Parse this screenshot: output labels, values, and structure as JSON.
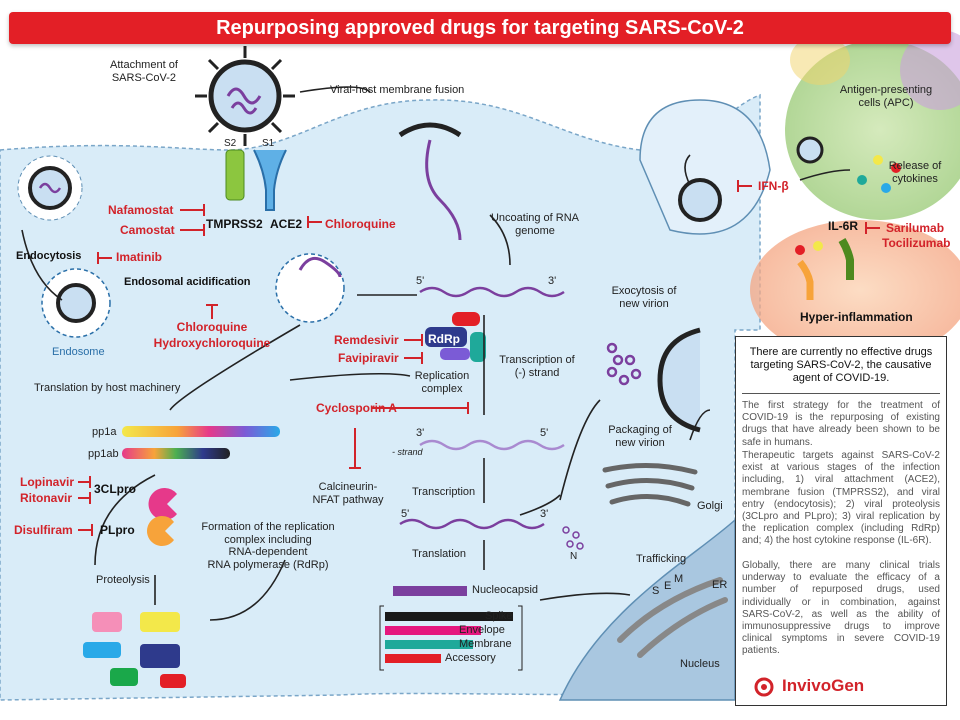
{
  "title": "Repurposing approved drugs for targeting SARS-CoV-2",
  "labels": {
    "attachment": "Attachment of\nSARS-CoV-2",
    "s1": "S1",
    "s2": "S2",
    "tmprss2": "TMPRSS2",
    "ace2": "ACE2",
    "fusion": "Viral-host membrane fusion",
    "uncoating": "Uncoating of RNA\ngenome",
    "endocytosis": "Endocytosis",
    "endosomal_acid": "Endosomal acidification",
    "endosome": "Endosome",
    "five_prime_1": "5'",
    "three_prime_1": "3'",
    "three_prime_2": "3'",
    "five_prime_2": "5'",
    "minus_strand": "- strand",
    "five_prime_3": "5'",
    "three_prime_3": "3'",
    "translation_host": "Translation by host machinery",
    "pp1a": "pp1a",
    "pp1ab": "pp1ab",
    "cl3pro": "3CLpro",
    "plpro": "PLpro",
    "proteolysis": "Proteolysis",
    "rdrp": "RdRp",
    "replication_complex": "Replication\ncomplex",
    "transcription_minus": "Transcription of\n(-)  strand",
    "calcineurin": "Calcineurin-\nNFAT pathway",
    "transcription": "Transcription",
    "translation": "Translation",
    "formation": "Formation of the replication\ncomplex including\nRNA-dependent\nRNA polymerase (RdRp)",
    "n": "N",
    "nucleocapsid": "Nucleocapsid",
    "spike": "Spike",
    "envelope": "Envelope",
    "membrane": "Membrane",
    "accessory": "Accessory",
    "exocytosis": "Exocytosis of\nnew virion",
    "packaging": "Packaging of\nnew virion",
    "golgi": "Golgi",
    "trafficking": "Trafficking",
    "er": "ER",
    "s": "S",
    "e": "E",
    "m": "M",
    "nucleus": "Nucleus",
    "apc": "Antigen-presenting\ncells (APC)",
    "release_cytokines": "Release of\ncytokines",
    "il6r": "IL-6R",
    "hyper_inflammation": "Hyper-inflammation"
  },
  "drugs": {
    "nafamostat": "Nafamostat",
    "camostat": "Camostat",
    "chloroquine_ace2": "Chloroquine",
    "imatinib": "Imatinib",
    "chloroquine": "Chloroquine",
    "hydroxychloroquine": "Hydroxychloroquine",
    "remdesivir": "Remdesivir",
    "favipiravir": "Favipiravir",
    "cyclosporin": "Cyclosporin A",
    "lopinavir": "Lopinavir",
    "ritonavir": "Ritonavir",
    "disulfiram": "Disulfiram",
    "ifn": "IFN-β",
    "sarilumab": "Sarilumab",
    "tocilizumab": "Tocilizumab"
  },
  "info": {
    "heading": "There are currently no effective drugs targeting SARS-CoV-2, the causative agent of COVID-19.",
    "p1": "The first strategy for the treatment of COVID-19 is the repurposing of existing drugs that have already been shown to be safe in humans.",
    "p2": "Therapeutic targets against SARS-CoV-2 exist at various stages of the infection including, 1) viral attachment (ACE2), membrane fusion (TMPRSS2), and viral entry (endocytosis); 2) viral proteolysis (3CLpro and PLpro); 3) viral replication by the replication complex (including RdRp) and; 4) the host cytokine response (IL-6R).",
    "p3": "Globally, there are many clinical trials underway to evaluate the efficacy of a number of repurposed drugs, used individually or in combination, against SARS-CoV-2, as well as the ability of immunosuppressive drugs to improve clinical symptoms in severe COVID-19 patients.",
    "logo": "InvivoGen"
  },
  "colors": {
    "title_red": "#e31f26",
    "drug_red": "#d2232a",
    "cell_blue": "#d9ecf8",
    "rna_purple": "#7b3f9e",
    "spike_black": "#1a1a1a",
    "envelope_magenta": "#e5177e",
    "membrane_teal": "#1fa99a",
    "accessory_red": "#e31f26"
  }
}
